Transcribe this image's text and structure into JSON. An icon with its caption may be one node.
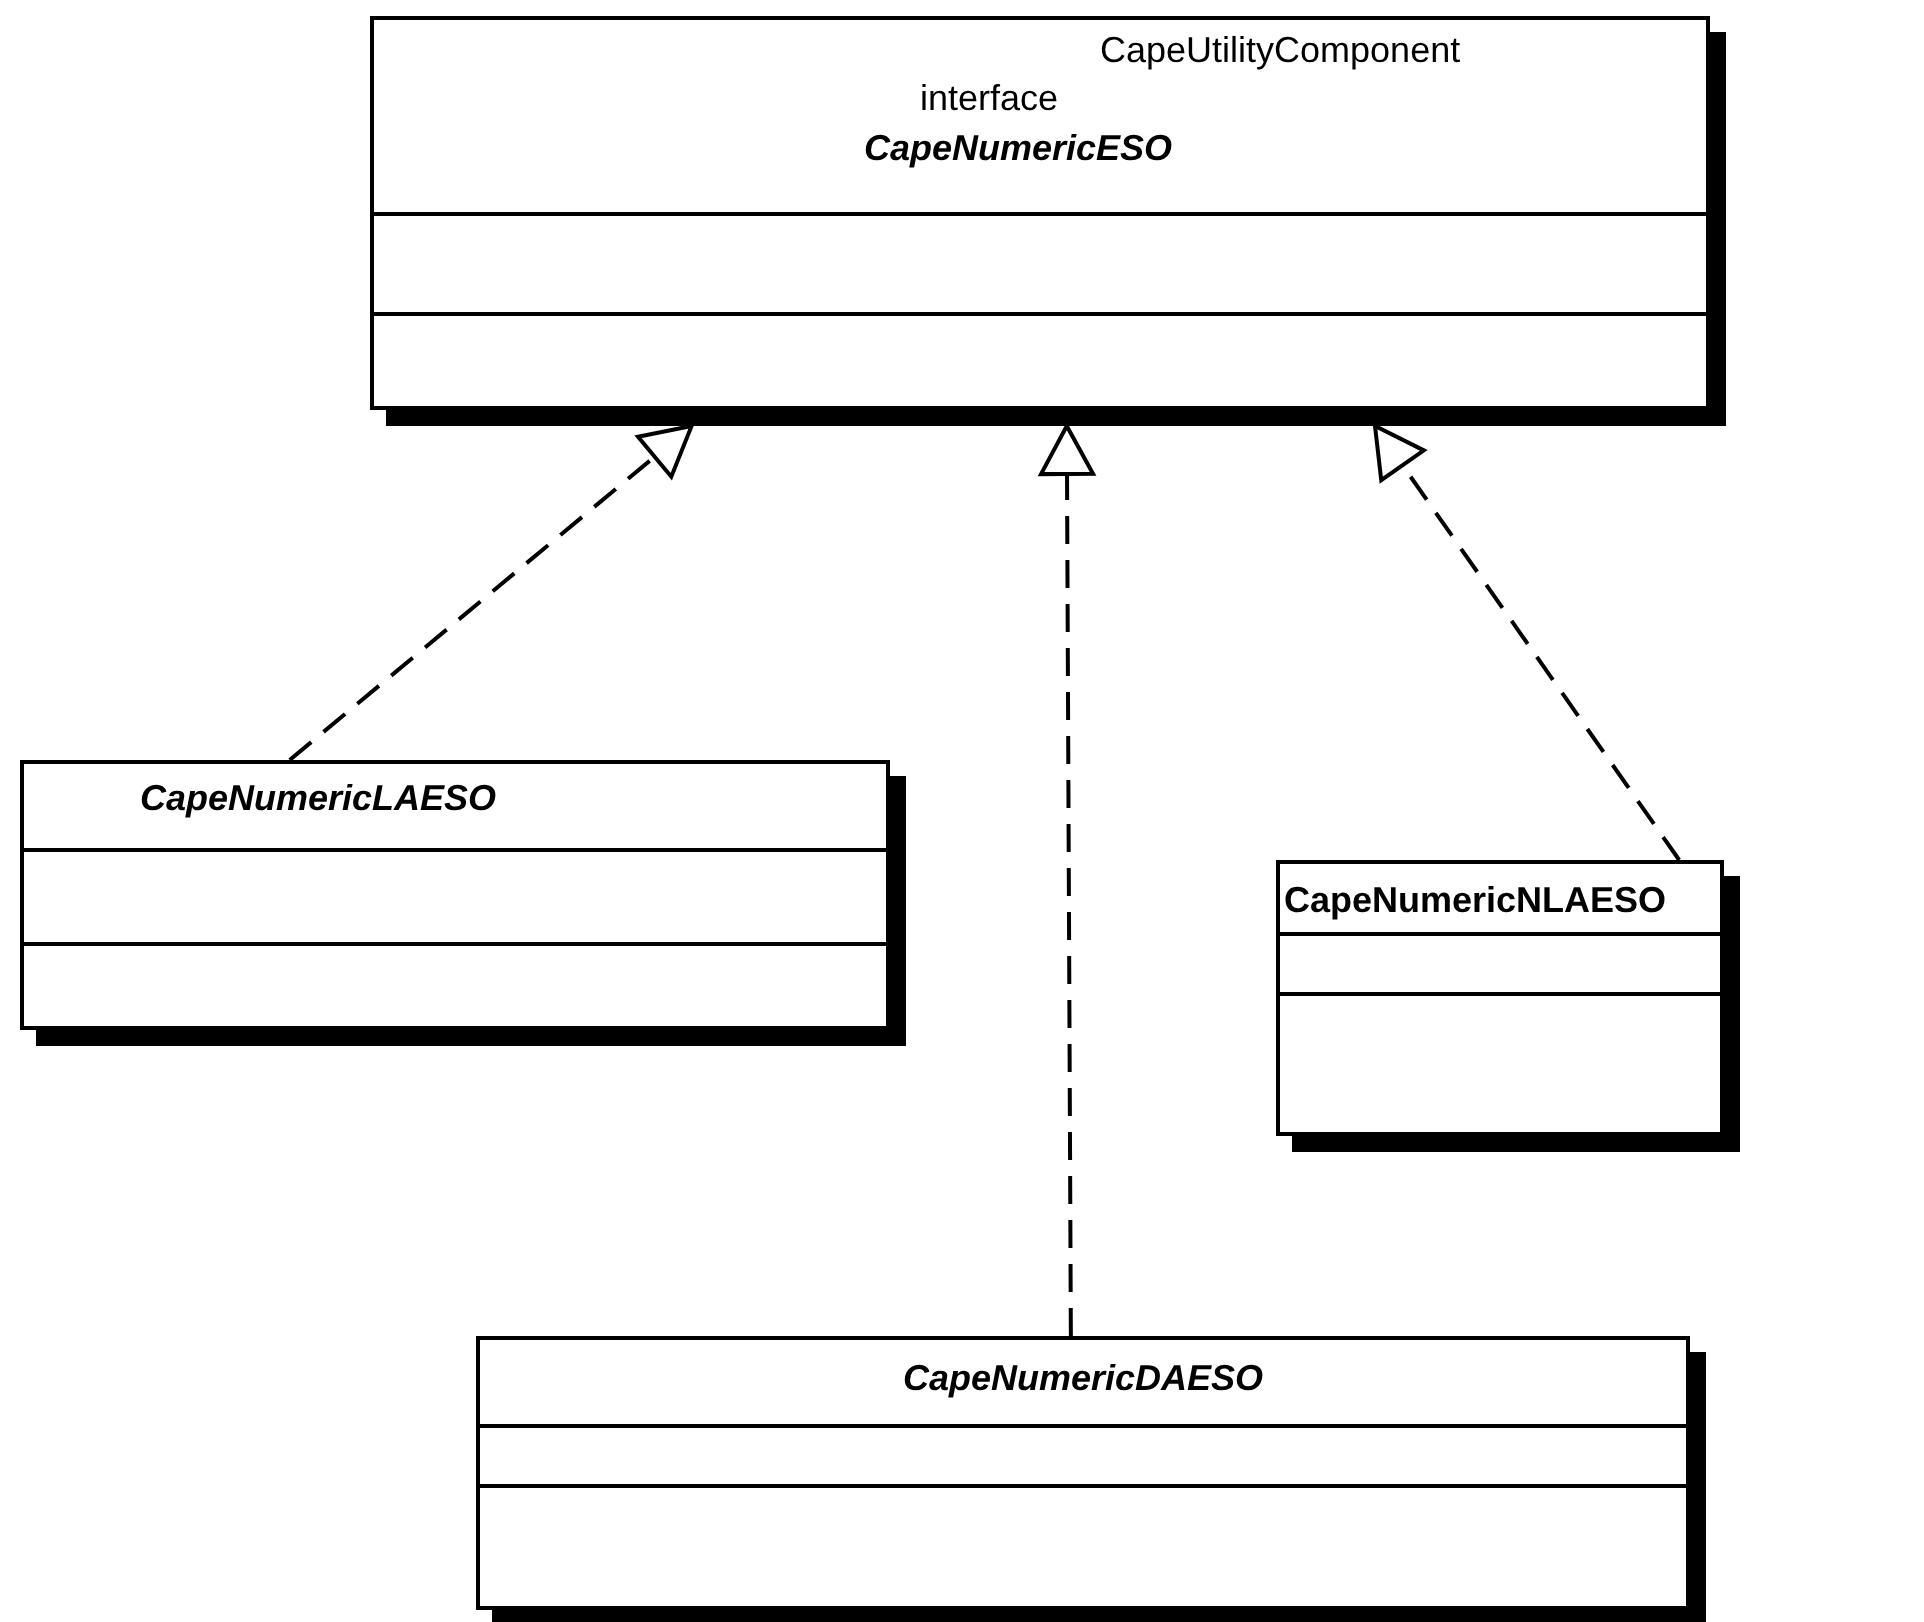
{
  "diagram": {
    "nodes": [
      {
        "text": [
          "CapeUtilityComponent",
          "interface",
          "CapeNumericESO"
        ]
      },
      {
        "text": [
          "CapeNumericLAESO"
        ]
      },
      {
        "text": [
          "CapeNumericNLAESO"
        ]
      },
      {
        "text": [
          "CapeNumericDAESO"
        ]
      }
    ],
    "edges": [
      {
        "from": 1,
        "to": 0,
        "arrow": "to",
        "style": "dashed"
      },
      {
        "from": 3,
        "to": 0,
        "arrow": "to",
        "style": "dashed"
      },
      {
        "from": 2,
        "to": 0,
        "arrow": "to",
        "style": "dashed"
      }
    ]
  }
}
